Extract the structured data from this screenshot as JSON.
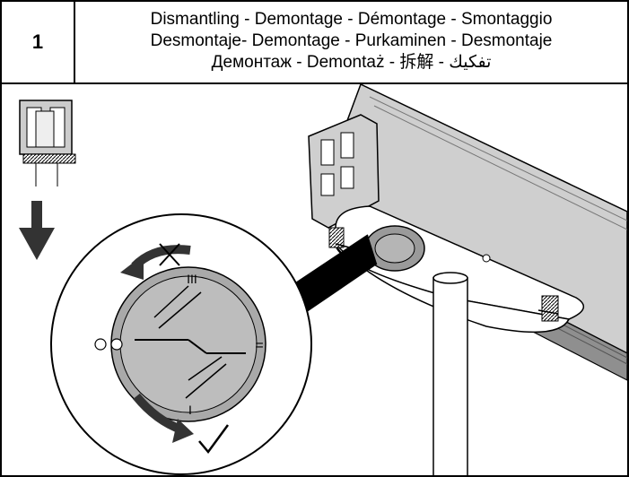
{
  "step": {
    "number": "1"
  },
  "title": {
    "line1": "Dismantling - Demontage - Démontage - Smontaggio",
    "line2": "Desmontaje- Demontage - Purkaminen - Desmontaje",
    "line3": "Демонтаж - Demontaż - 拆解 - تفكيك"
  },
  "dial": {
    "mark_top": "III",
    "mark_right": "=",
    "mark_bottom": "I"
  },
  "colors": {
    "line": "#000000",
    "dial_fill": "#a9a9a9",
    "rail_fill": "#cfcfcf",
    "rail_shade": "#8f8f8f",
    "arrow": "#333333"
  },
  "icons": {
    "down_arrow": "down-arrow-icon",
    "rotate_wrong": "rotate-ccw-cross-icon",
    "rotate_correct": "rotate-cw-check-icon"
  }
}
